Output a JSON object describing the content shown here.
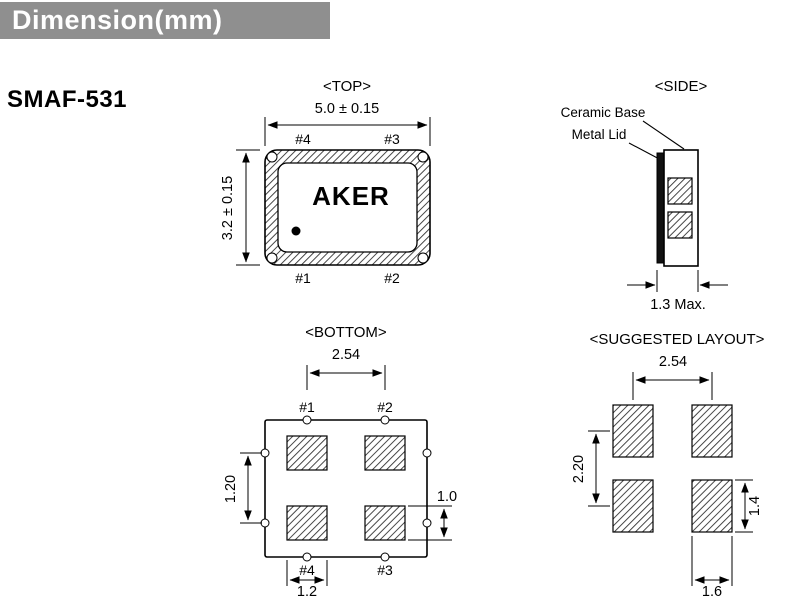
{
  "header": {
    "title": "Dimension(mm)"
  },
  "part": {
    "number": "SMAF-531"
  },
  "top_view": {
    "title": "<TOP>",
    "dim_width": "5.0 ± 0.15",
    "dim_height": "3.2 ± 0.15",
    "brand": "AKER",
    "pin_top_left": "#4",
    "pin_top_right": "#3",
    "pin_bottom_left": "#1",
    "pin_bottom_right": "#2"
  },
  "side_view": {
    "title": "<SIDE>",
    "label_ceramic_base": "Ceramic Base",
    "label_metal_lid": "Metal Lid",
    "dim_thickness": "1.3 Max."
  },
  "bottom_view": {
    "title": "<BOTTOM>",
    "dim_pitch_x": "2.54",
    "dim_pitch_y": "1.20",
    "dim_pad_height": "1.0",
    "dim_pad_width": "1.2",
    "pin_top_left": "#1",
    "pin_top_right": "#2",
    "pin_bottom_left": "#4",
    "pin_bottom_right": "#3"
  },
  "layout_view": {
    "title": "<SUGGESTED LAYOUT>",
    "dim_pitch_x": "2.54",
    "dim_pitch_y": "2.20",
    "dim_pad_height": "1.4",
    "dim_pad_width": "1.6"
  }
}
